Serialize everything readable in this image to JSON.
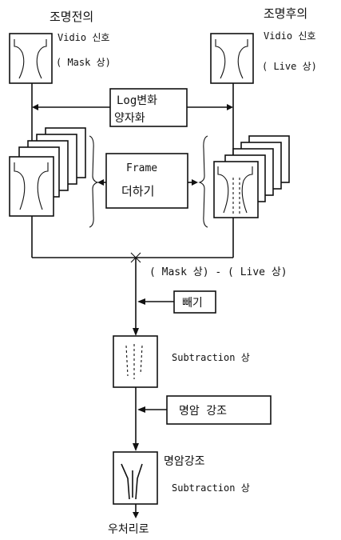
{
  "diagram": {
    "left_header": {
      "line1": "조명전의",
      "line2": "Vidio  신호",
      "line3": "( Mask 상)"
    },
    "right_header": {
      "line1": "조명후의",
      "line2": "Vidio 신호",
      "line3": "( Live 상)"
    },
    "log_box": {
      "line1": "Log변화",
      "line2": "양자화"
    },
    "frame_box": {
      "line1": "Frame",
      "line2": "더하기"
    },
    "difference_label": "( Mask 상) - ( Live 상)",
    "subtract_box": "빼기",
    "subtraction_image_label": "Subtraction 상",
    "contrast_box": "명암 강조",
    "enhanced_label_line1": "명암강조",
    "enhanced_label_line2": "Subtraction   상",
    "output_label": "우처리로"
  }
}
